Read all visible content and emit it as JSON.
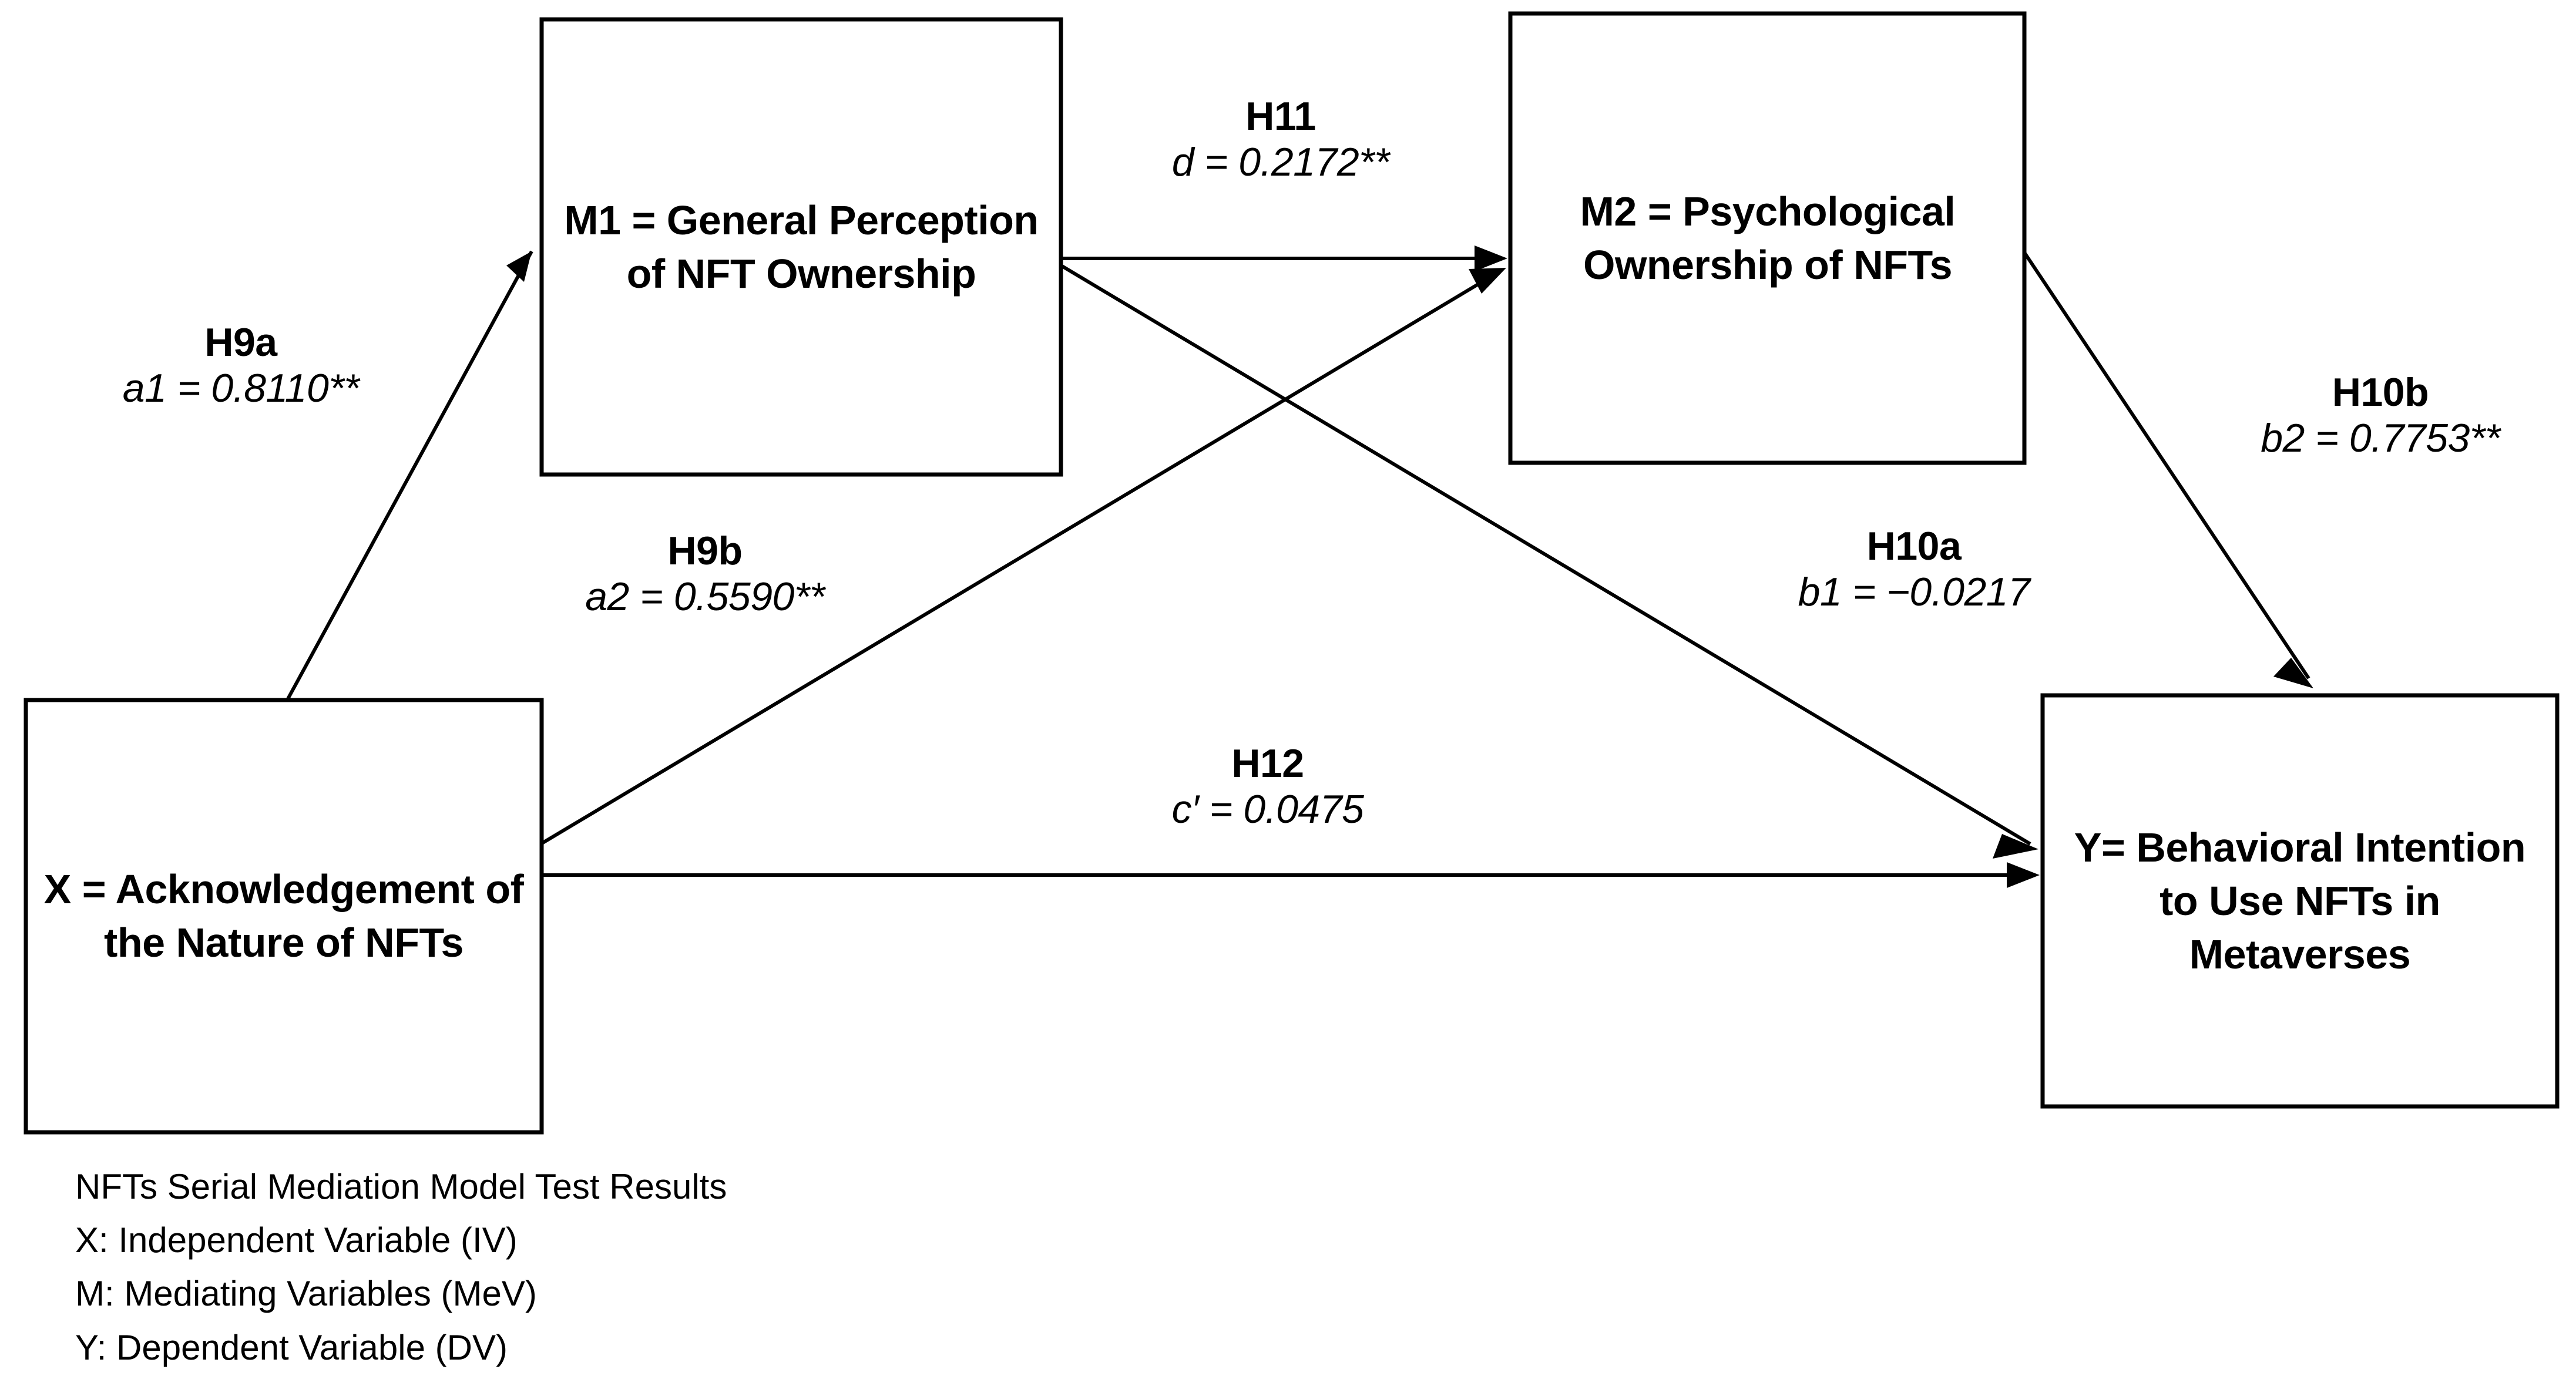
{
  "figure": {
    "type": "serial-mediation-path-diagram",
    "background_color": "#FFFFFF",
    "line_color": "#000000"
  },
  "nodes": {
    "m1": {
      "id": "M1",
      "label": "M1 = General Perception of NFT Ownership",
      "role": "Mediating Variable 1"
    },
    "m2": {
      "id": "M2",
      "label": "M2 = Psychological Ownership of NFTs",
      "role": "Mediating Variable 2"
    },
    "x": {
      "id": "X",
      "label": "X = Acknowledgement of the Nature of NFTs",
      "role": "Independent Variable"
    },
    "y": {
      "id": "Y",
      "label": "Y= Behavioral Intention to Use NFTs in Metaverses",
      "role": "Dependent Variable"
    }
  },
  "paths": [
    {
      "key": "h9a",
      "hypothesis": "H9a",
      "coefficient_label": "a1 = 0.8110**",
      "parameter": "a1",
      "value": 0.811,
      "significance": "**",
      "from": "X",
      "to": "M1"
    },
    {
      "key": "h11",
      "hypothesis": "H11",
      "coefficient_label": "d = 0.2172**",
      "parameter": "d",
      "value": 0.2172,
      "significance": "**",
      "from": "M1",
      "to": "M2"
    },
    {
      "key": "h10b",
      "hypothesis": "H10b",
      "coefficient_label": "b2 = 0.7753**",
      "parameter": "b2",
      "value": 0.7753,
      "significance": "**",
      "from": "M2",
      "to": "Y"
    },
    {
      "key": "h9b",
      "hypothesis": "H9b",
      "coefficient_label": "a2 = 0.5590**",
      "parameter": "a2",
      "value": 0.559,
      "significance": "**",
      "from": "X",
      "to": "M2"
    },
    {
      "key": "h10a",
      "hypothesis": "H10a",
      "coefficient_label": "b1 = −0.0217",
      "parameter": "b1",
      "value": -0.0217,
      "significance": "",
      "from": "M1",
      "to": "Y"
    },
    {
      "key": "h12",
      "hypothesis": "H12",
      "coefficient_label": "c′  = 0.0475",
      "parameter": "c′",
      "value": 0.0475,
      "significance": "",
      "from": "X",
      "to": "Y"
    }
  ],
  "caption": {
    "lines": [
      "NFTs Serial Mediation Model Test Results",
      "X: Independent Variable (IV)",
      "M: Mediating Variables (MeV)",
      "Y: Dependent Variable (DV)"
    ]
  }
}
